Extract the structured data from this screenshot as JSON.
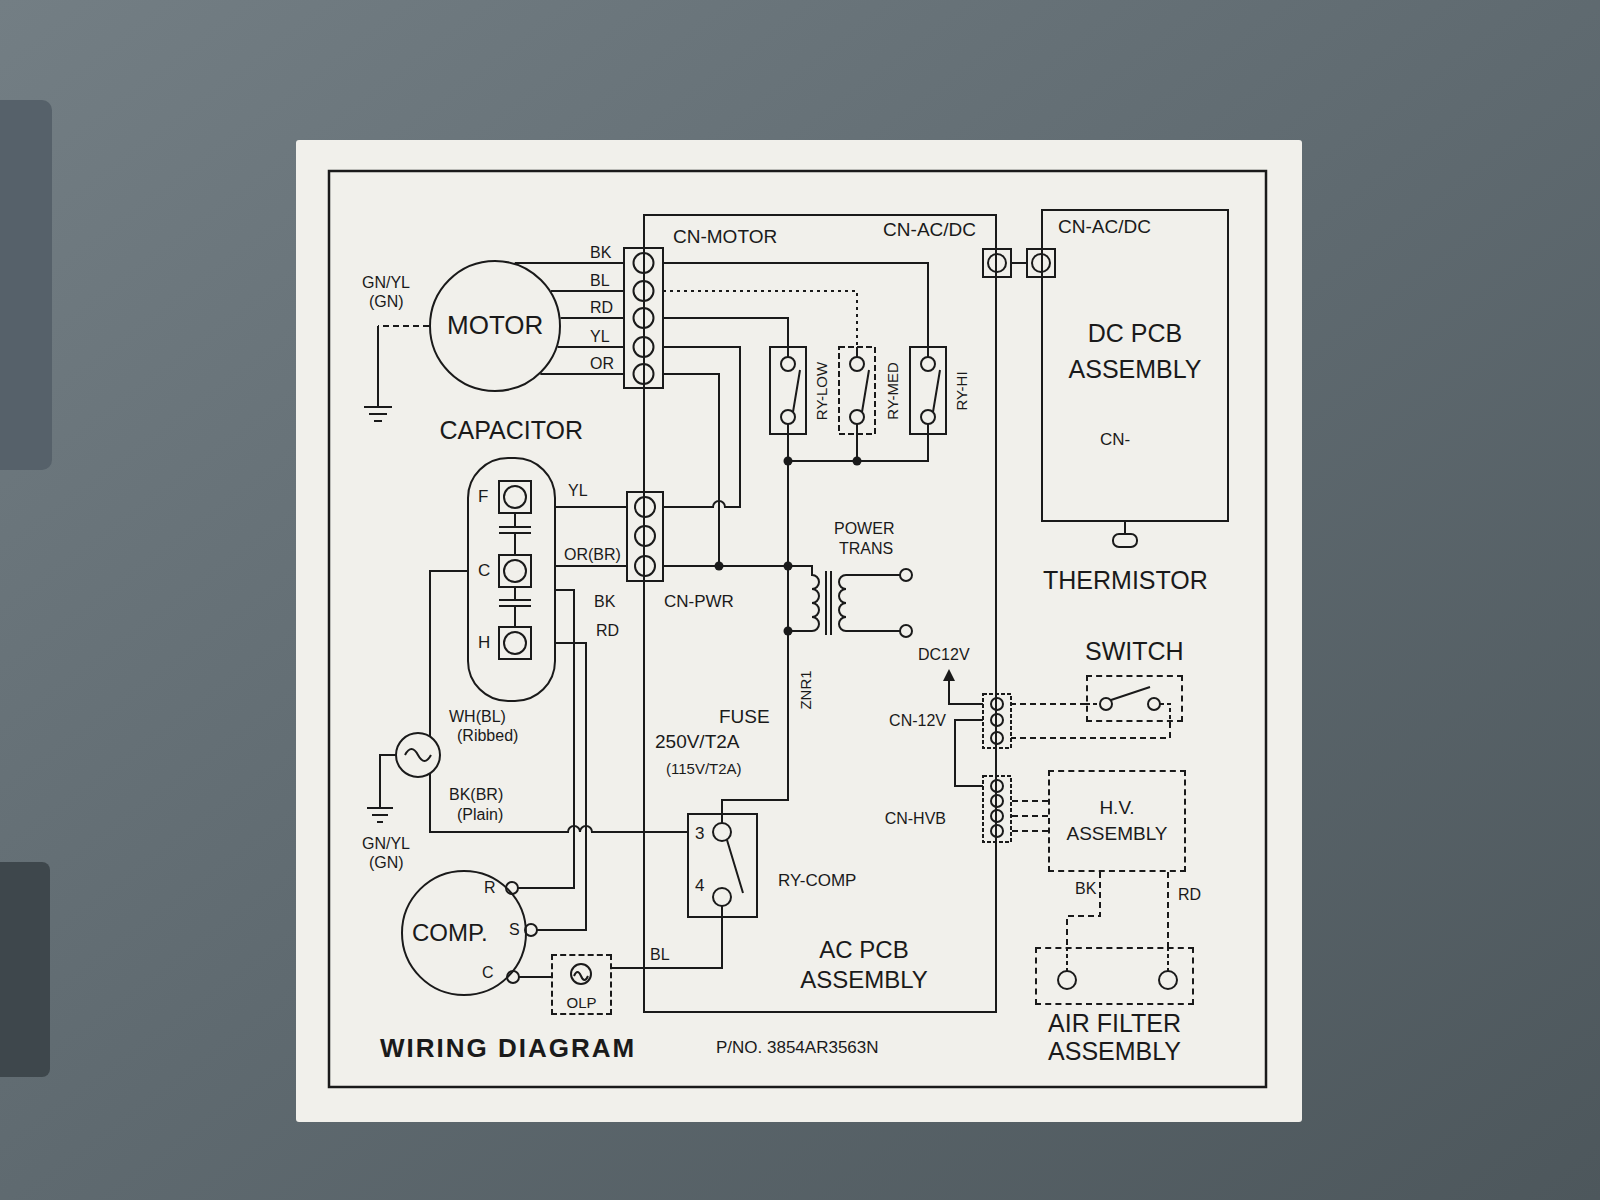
{
  "diagram": {
    "caption": "WIRING DIAGRAM",
    "nodes": [
      {
        "text": [
          "MOTOR"
        ]
      },
      {
        "text": [
          "CAPACITOR"
        ]
      },
      {
        "text": [
          "AC PCB ASSEMBLY"
        ]
      },
      {
        "text": [
          "3",
          "4",
          "RY-COMP"
        ],
        "in": 2
      },
      {
        "text": [
          "DC PCB ASSEMBLY"
        ]
      },
      {
        "text": [
          "SWITCH"
        ]
      },
      {
        "text": [
          "H.V. ASSEMBLY"
        ]
      },
      {
        "text": [
          "AIR FILTER ASSEMBLY"
        ]
      },
      {
        "text": [
          "COMP."
        ]
      },
      {
        "text": [
          "OLP"
        ]
      }
    ],
    "edges": [
      {
        "from": 0,
        "to": 2,
        "label": "BK",
        "arrow": "none"
      },
      {
        "from": 0,
        "to": 2,
        "label": "BL",
        "arrow": "none"
      },
      {
        "from": 0,
        "to": 2,
        "label": "RD",
        "arrow": "none"
      },
      {
        "from": 0,
        "to": 2,
        "label": "YL",
        "arrow": "none"
      },
      {
        "from": 0,
        "to": 2,
        "label": "OR",
        "arrow": "none"
      },
      {
        "from": 1,
        "to": 2,
        "label": "YL",
        "arrow": "none"
      },
      {
        "from": 1,
        "to": 2,
        "label": "OR(BR)",
        "arrow": "none"
      },
      {
        "from": 1,
        "to": 8,
        "label": "BK",
        "arrow": "none"
      },
      {
        "from": 1,
        "to": 8,
        "label": "RD",
        "arrow": "none"
      },
      {
        "from": 8,
        "to": 9,
        "arrow": "none"
      },
      {
        "from": 9,
        "to": 3,
        "label": "BL",
        "arrow": "none"
      },
      {
        "from": 2,
        "to": 4,
        "arrow": "none"
      },
      {
        "from": 5,
        "to": 2,
        "arrow": "none"
      },
      {
        "from": 5,
        "to": 2,
        "arrow": "none"
      },
      {
        "from": 6,
        "to": 2,
        "arrow": "none"
      },
      {
        "from": 6,
        "to": 2,
        "arrow": "none"
      },
      {
        "from": 6,
        "to": 2,
        "arrow": "none"
      },
      {
        "from": 6,
        "to": 7,
        "label": "BK",
        "arrow": "none"
      },
      {
        "from": 6,
        "to": 7,
        "label": "RD",
        "arrow": "none"
      }
    ],
    "labels": [
      "GN/YL",
      "(GN)",
      "CN-MOTOR",
      "CN-AC/DC",
      "CN-AC/DC",
      "CN-",
      "F",
      "C",
      "H",
      "POWER",
      "TRANS",
      "CN-PWR",
      "THERMISTOR",
      "ZNR1",
      "DC12V",
      "FUSE",
      "250V/T2A",
      "(115V/T2A)",
      "RY-LOW",
      "RY-MED",
      "RY-HI",
      "CN-12V",
      "CN-HVB",
      "WH(BL)",
      "(Ribbed)",
      "BK(BR)",
      "(Plain)",
      "GN/YL",
      "(GN)",
      "R",
      "S",
      "C",
      "P/NO. 3854AR3563N"
    ]
  }
}
